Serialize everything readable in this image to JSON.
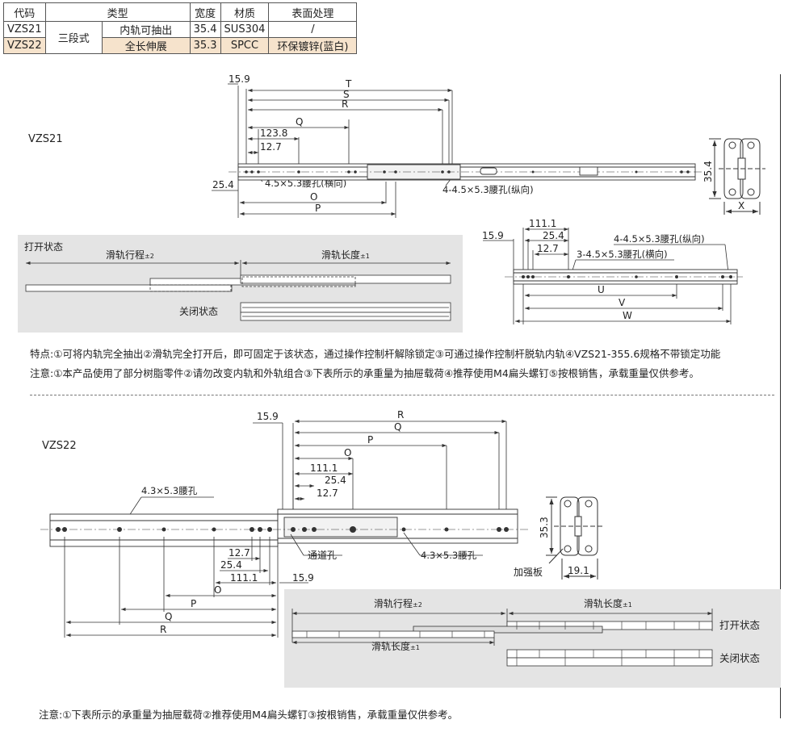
{
  "table": {
    "headers": [
      "代码",
      "类型",
      "宽度",
      "材质",
      "表面处理"
    ],
    "merged_type": "三段式",
    "rows": [
      {
        "code": "VZS21",
        "subtype": "内轨可抽出",
        "width": "35.4",
        "material": "SUS304",
        "surface": "/"
      },
      {
        "code": "VZS22",
        "subtype": "全长伸展",
        "width": "35.3",
        "material": "SPCC",
        "surface": "环保镀锌(蓝白)"
      }
    ],
    "highlight_color": "#f6e3cc"
  },
  "vzs21": {
    "label": "VZS21",
    "dims": {
      "d159": "15.9",
      "T": "T",
      "S": "S",
      "R": "R",
      "Q": "Q",
      "d1238": "123.8",
      "d127": "12.7",
      "d254": "25.4",
      "O": "O",
      "P": "P",
      "d354": "35.4",
      "X": "X"
    },
    "hole_h": "4.5×5.3腰孔(横向)",
    "hole_v": "4-4.5×5.3腰孔(纵向)",
    "state_open": "打开状态",
    "state_closed": "关闭状态",
    "travel": "滑轨行程",
    "travel_tol": "±2",
    "length": "滑轨长度",
    "length_tol": "±1",
    "side": {
      "d1111": "111.1",
      "d159": "15.9",
      "d254": "25.4",
      "d127": "12.7",
      "hole_v": "4-4.5×5.3腰孔(纵向)",
      "hole_h": "3-4.5×5.3腰孔(横向)",
      "U": "U",
      "V": "V",
      "W": "W"
    }
  },
  "notes21": {
    "features": "特点:①可将内轨完全抽出②滑轨完全打开后，即可固定于该状态，通过操作控制杆解除锁定③可通过操作控制杆脱轨内轨④VZS21-355.6规格不带锁定功能",
    "notice": "注意:①本产品使用了部分树脂零件②请勿改变内轨和外轨组合③下表所示的承重量为抽屉载荷④推荐使用M4扁头螺钉⑤按根销售，承载重量仅供参考。"
  },
  "vzs22": {
    "label": "VZS22",
    "dims": {
      "d159": "15.9",
      "R": "R",
      "Q": "Q",
      "P": "P",
      "O": "O",
      "d1111": "111.1",
      "d254": "25.4",
      "d127": "12.7",
      "d353": "35.3",
      "d191": "19.1"
    },
    "hole_left": "4.3×5.3腰孔",
    "hole_right": "4.3×5.3腰孔",
    "channel_hole": "通道孔",
    "plate": "加强板",
    "travel": "滑轨行程",
    "travel_tol": "±2",
    "length": "滑轨长度",
    "length_tol": "±1",
    "length2": "滑轨长度",
    "length2_tol": "±1",
    "state_open": "打开状态",
    "state_closed": "关闭状态"
  },
  "notes22": {
    "notice": "注意:①下表所示的承重量为抽屉载荷②推荐使用M4扁头螺钉③按根销售，承载重量仅供参考。"
  },
  "colors": {
    "panel": "#e4e4e4",
    "line": "#333333",
    "hatch": "#555555"
  }
}
